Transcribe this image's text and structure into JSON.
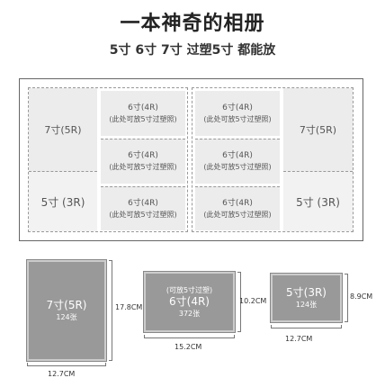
{
  "header": {
    "title": "一本神奇的相册",
    "subtitle": "5寸 6寸 7寸 过塑5寸 都能放"
  },
  "album": {
    "left_page": {
      "slot_7inch": "7寸(5R)",
      "slot_5inch": "5寸 (3R)",
      "slots_6inch": [
        {
          "size": "6寸(4R)",
          "note": "(此处可放5寸过塑照)"
        },
        {
          "size": "6寸(4R)",
          "note": "(此处可放5寸过塑照)"
        },
        {
          "size": "6寸(4R)",
          "note": "(此处可放5寸过塑照)"
        }
      ]
    },
    "right_page": {
      "slot_7inch": "7寸(5R)",
      "slot_5inch": "5寸 (3R)",
      "slots_6inch": [
        {
          "size": "6寸(4R)",
          "note": "(此处可放5寸过塑照)"
        },
        {
          "size": "6寸(4R)",
          "note": "(此处可放5寸过塑照)"
        },
        {
          "size": "6寸(4R)",
          "note": "(此处可放5寸过塑照)"
        }
      ]
    }
  },
  "photos": {
    "seven": {
      "size": "7寸(5R)",
      "count": "124张",
      "height": "17.8CM",
      "width": "12.7CM"
    },
    "six": {
      "note": "(可放5寸过塑)",
      "size": "6寸(4R)",
      "count": "372张",
      "height": "10.2CM",
      "width": "15.2CM"
    },
    "five": {
      "size": "5寸(3R)",
      "count": "124张",
      "height": "8.9CM",
      "width": "12.7CM"
    }
  },
  "colors": {
    "photo": "#999999",
    "slot": "#ececec"
  }
}
